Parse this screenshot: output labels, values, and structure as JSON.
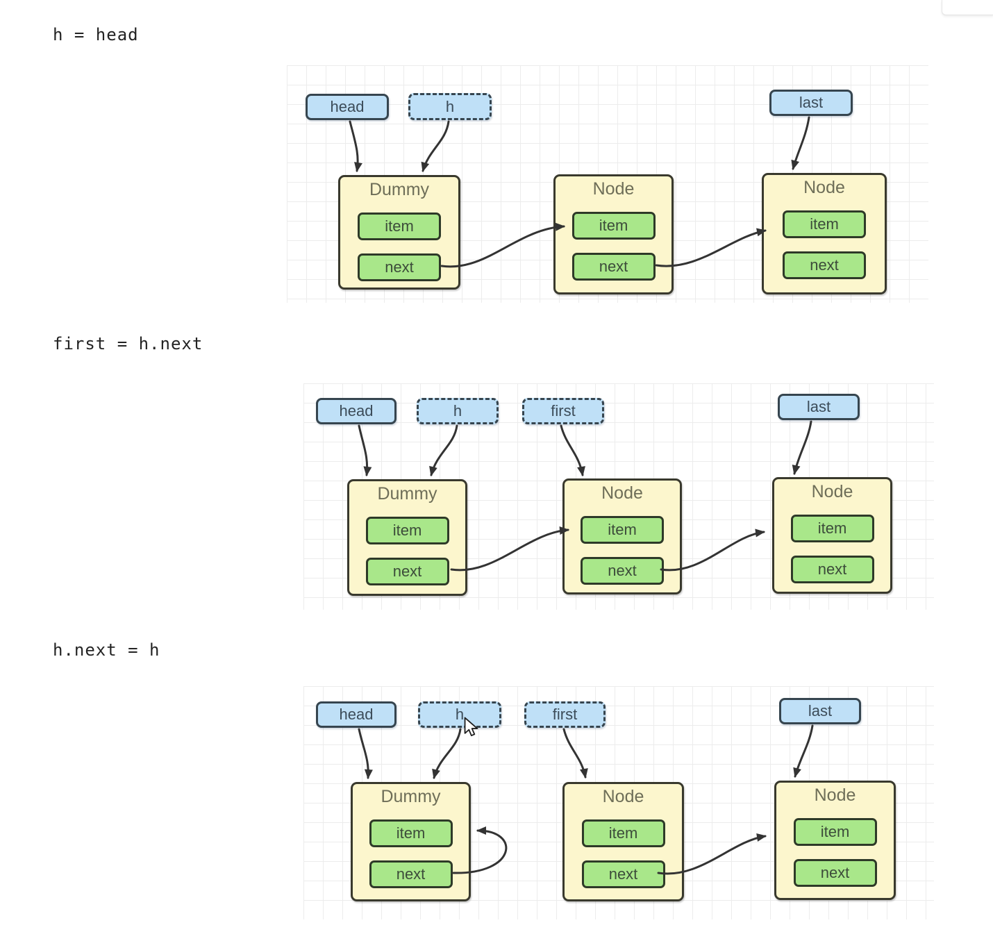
{
  "colors": {
    "pointer_fill": "#bfe0f7",
    "pointer_border": "#36454f",
    "pointer_text": "#3c4c59",
    "node_fill": "#fcf6cd",
    "node_border": "#39392d",
    "node_title_text": "#6e6e58",
    "field_fill": "#a9e78a",
    "field_border": "#2e3a28",
    "field_text": "#3c4c3a",
    "arrow": "#333333",
    "grid_line": "#ececec",
    "code_text": "#232323"
  },
  "sections": [
    {
      "code": "h = head",
      "pointers": [
        {
          "label": "head",
          "style": "solid"
        },
        {
          "label": "h",
          "style": "dashed"
        },
        {
          "label": "last",
          "style": "solid"
        }
      ],
      "nodes": [
        {
          "title": "Dummy",
          "fields": [
            "item",
            "next"
          ]
        },
        {
          "title": "Node",
          "fields": [
            "item",
            "next"
          ]
        },
        {
          "title": "Node",
          "fields": [
            "item",
            "next"
          ]
        }
      ]
    },
    {
      "code": "first = h.next",
      "pointers": [
        {
          "label": "head",
          "style": "solid"
        },
        {
          "label": "h",
          "style": "dashed"
        },
        {
          "label": "first",
          "style": "dashed"
        },
        {
          "label": "last",
          "style": "solid"
        }
      ],
      "nodes": [
        {
          "title": "Dummy",
          "fields": [
            "item",
            "next"
          ]
        },
        {
          "title": "Node",
          "fields": [
            "item",
            "next"
          ]
        },
        {
          "title": "Node",
          "fields": [
            "item",
            "next"
          ]
        }
      ]
    },
    {
      "code": "h.next = h",
      "pointers": [
        {
          "label": "head",
          "style": "solid"
        },
        {
          "label": "h",
          "style": "dashed"
        },
        {
          "label": "first",
          "style": "dashed"
        },
        {
          "label": "last",
          "style": "solid"
        }
      ],
      "nodes": [
        {
          "title": "Dummy",
          "fields": [
            "item",
            "next"
          ]
        },
        {
          "title": "Node",
          "fields": [
            "item",
            "next"
          ]
        },
        {
          "title": "Node",
          "fields": [
            "item",
            "next"
          ]
        }
      ]
    }
  ]
}
